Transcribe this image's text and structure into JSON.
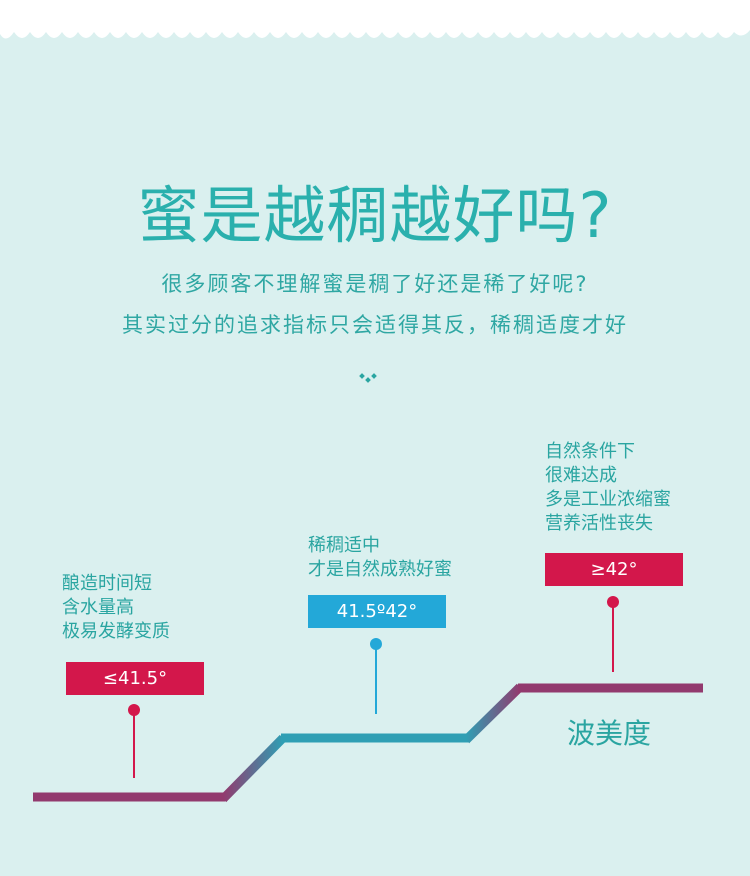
{
  "title": "蜜是越稠越好吗?",
  "subtitle_lines": [
    "很多顾客不理解蜜是稠了好还是稀了好呢?",
    "其实过分的追求指标只会适得其反，稀稠适度才好"
  ],
  "levels": [
    {
      "badge": "≤41.5°",
      "desc": [
        "酿造时间短",
        "含水量高",
        "极易发酵变质"
      ]
    },
    {
      "badge": "41.5º42°",
      "desc": [
        "稀稠适中",
        "才是自然成熟好蜜"
      ]
    },
    {
      "badge": "≥42°",
      "desc": [
        "自然条件下",
        "很难达成",
        "多是工业浓缩蜜",
        "营养活性丧失"
      ]
    }
  ],
  "axis_label": "波美度",
  "colors": {
    "background": "#daf0ef",
    "wave_top": "#ffffff",
    "title": "#2ab0ad",
    "text": "#2aa5a1",
    "red": "#d3174b",
    "blue": "#23a8d8",
    "line_purple": "#923a6e",
    "line_teal": "#2f9fb4"
  }
}
